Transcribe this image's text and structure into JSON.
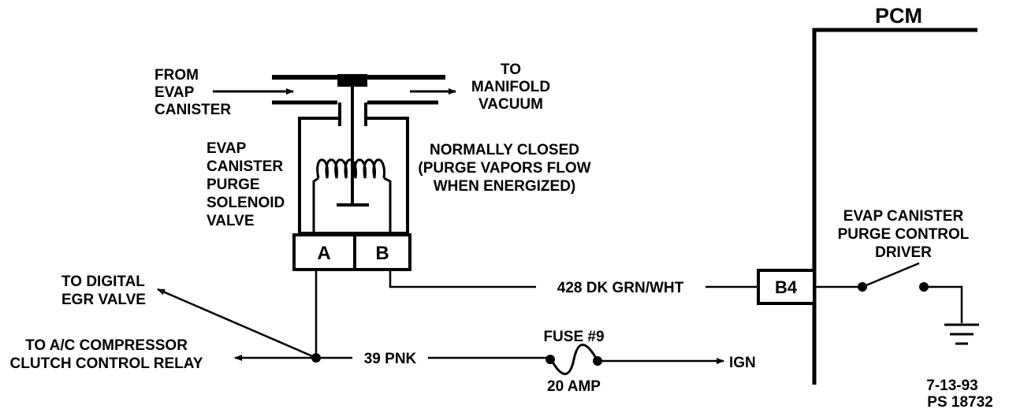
{
  "pcm": {
    "label": "PCM"
  },
  "flow": {
    "from_line1": "FROM",
    "from_line2": "EVAP",
    "from_line3": "CANISTER",
    "to_line1": "TO",
    "to_line2": "MANIFOLD",
    "to_line3": "VACUUM"
  },
  "solenoid": {
    "line1": "EVAP",
    "line2": "CANISTER",
    "line3": "PURGE",
    "line4": "SOLENOID",
    "line5": "VALVE"
  },
  "state": {
    "line1": "NORMALLY CLOSED",
    "line2": "(PURGE VAPORS FLOW",
    "line3": "WHEN ENERGIZED)"
  },
  "connectors": {
    "a": "A",
    "b": "B",
    "b4": "B4"
  },
  "driver": {
    "line1": "EVAP CANISTER",
    "line2": "PURGE CONTROL",
    "line3": "DRIVER"
  },
  "wires": {
    "w428": "428  DK GRN/WHT",
    "w39": "39 PNK"
  },
  "destinations": {
    "egr_line1": "TO DIGITAL",
    "egr_line2": "EGR VALVE",
    "ac_line1": "TO A/C COMPRESSOR",
    "ac_line2": "CLUTCH CONTROL RELAY",
    "ign": "IGN"
  },
  "fuse": {
    "label": "FUSE #9",
    "rating": "20 AMP"
  },
  "footer": {
    "date": "7-13-93",
    "ref": "PS 18732"
  }
}
